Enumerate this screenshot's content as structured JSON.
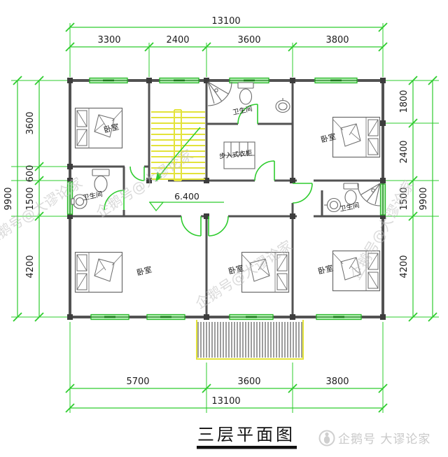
{
  "document": {
    "title": "三层平面图"
  },
  "branding": {
    "diagonal_watermark": "企鹅号@大谬论家",
    "footer_watermark": "企鹅号 大谬论家"
  },
  "plan": {
    "level_marker": "6.400",
    "room_labels": {
      "bedroom": "卧室",
      "bathroom": "卫生间",
      "walk_in_closet": "步入式衣柜"
    }
  },
  "dimensions": {
    "top": {
      "overall": "13100",
      "segments": [
        "3300",
        "2400",
        "3600",
        "3800"
      ]
    },
    "bottom": {
      "overall": "13100",
      "segments": [
        "5700",
        "3600",
        "3800"
      ]
    },
    "left": {
      "overall": "9900",
      "segments": [
        "3600",
        "600",
        "1500",
        "4200"
      ]
    },
    "right": {
      "overall": "9900",
      "segments": [
        "1800",
        "2400",
        "1500",
        "4200"
      ]
    }
  },
  "colors": {
    "annotation_green": "#2ecc2e",
    "window_green": "#2ab82a",
    "stair_yellow": "#e3e33a",
    "wall_gray": "#525252",
    "watermark_gray": "#c8c8c8"
  }
}
